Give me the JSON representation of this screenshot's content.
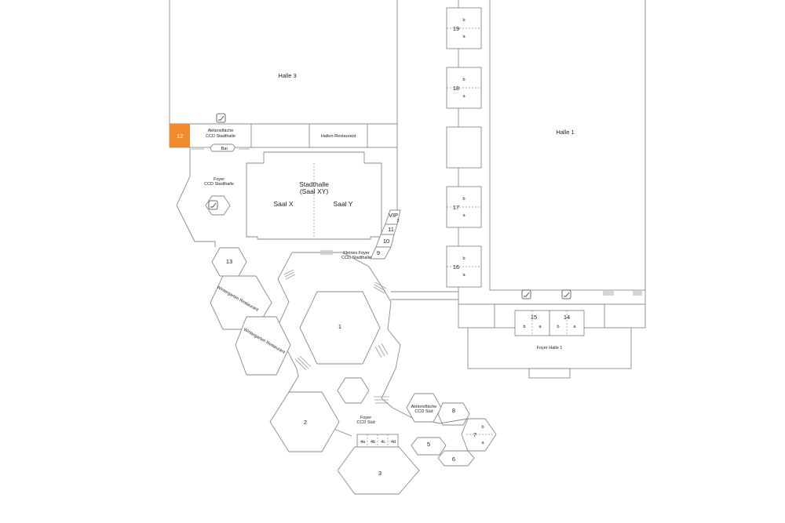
{
  "colors": {
    "highlight": "#f08a2e",
    "walls": "#8a8a8a",
    "background": "#ffffff"
  },
  "halls": {
    "halle3": "Halle 3",
    "halle1": "Halle 1",
    "stadthalle_line1": "Stadthalle",
    "stadthalle_line2": "(Saal XY)",
    "saal_x": "Saal X",
    "saal_y": "Saal Y"
  },
  "areas": {
    "aktion_stadthalle_1": "Aktionsfläche",
    "aktion_stadthalle_2": "CCD Stadthalle",
    "hallen_restaurant": "Hallen-Restaurant",
    "bar": "Bar",
    "foyer_stadthalle_1": "Foyer",
    "foyer_stadthalle_2": "CCD Stadthalle",
    "kleines_foyer_1": "Kleines Foyer",
    "kleines_foyer_2": "CCD Stadthalle",
    "wintergarten_1": "Wintergarten Restaurant",
    "wintergarten_2": "Wintergarten Restaurant",
    "foyer_sued_1": "Foyer",
    "foyer_sued_2": "CCD Süd",
    "aktion_sued_1": "Aktionsfläche",
    "aktion_sued_2": "CCD Süd",
    "foyer_halle1": "Foyer Halle 1"
  },
  "rooms": {
    "r1": "1",
    "r2": "2",
    "r3": "3",
    "r5": "5",
    "r6": "6",
    "r7": "7",
    "r8": "8",
    "r9": "9",
    "r10": "10",
    "r11": "11",
    "r12": "12",
    "r13": "13",
    "r14": "14",
    "r15": "15",
    "r16": "16",
    "r17": "17",
    "r18": "18",
    "r19": "19",
    "vip": "VIP",
    "vip2": "2",
    "r4a": "4a",
    "r4b": "4b",
    "r4c": "4c",
    "r4d": "4d"
  },
  "subrooms": {
    "a": "a",
    "b": "b"
  }
}
